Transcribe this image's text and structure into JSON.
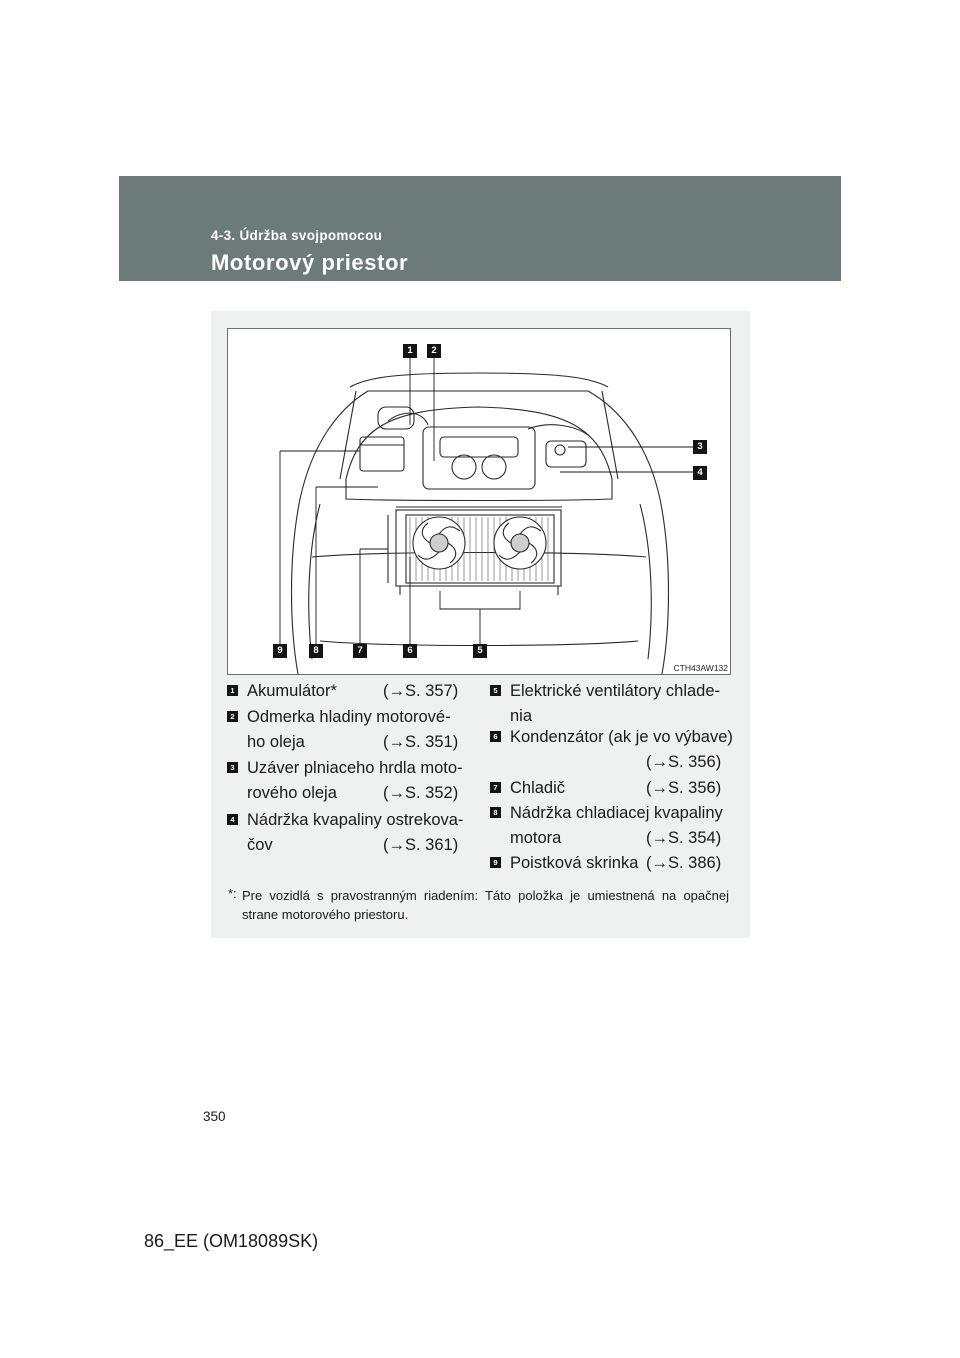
{
  "header": {
    "section": "4-3. Údržba svojpomocou",
    "title": "Motorový priestor"
  },
  "figure": {
    "image_code": "CTH43AW132",
    "callouts": [
      "1",
      "2",
      "3",
      "4",
      "5",
      "6",
      "7",
      "8",
      "9"
    ]
  },
  "legend": [
    {
      "num": "1",
      "lines": [
        "Akumulátor*"
      ],
      "ref": "(→S. 357)"
    },
    {
      "num": "2",
      "lines": [
        "Odmerka hladiny motorové-",
        "ho oleja"
      ],
      "ref": "(→S. 351)"
    },
    {
      "num": "3",
      "lines": [
        "Uzáver plniaceho hrdla moto-",
        "rového oleja"
      ],
      "ref": "(→S. 352)"
    },
    {
      "num": "4",
      "lines": [
        "Nádržka kvapaliny ostrekova-",
        "čov"
      ],
      "ref": "(→S. 361)"
    },
    {
      "num": "5",
      "lines": [
        "Elektrické ventilátory chlade-",
        "nia"
      ],
      "ref": ""
    },
    {
      "num": "6",
      "lines": [
        "Kondenzátor (ak je vo výbave)"
      ],
      "ref": "(→S. 356)"
    },
    {
      "num": "7",
      "lines": [
        "Chladič"
      ],
      "ref": "(→S. 356)"
    },
    {
      "num": "8",
      "lines": [
        "Nádržka chladiacej kvapaliny",
        "motora"
      ],
      "ref": "(→S. 354)"
    },
    {
      "num": "9",
      "lines": [
        "Poistková skrinka"
      ],
      "ref": "(→S. 386)"
    }
  ],
  "footnote": {
    "mark": "*:",
    "text": "Pre vozidlá s pravostranným riadením: Táto položka je umiestnená na opačnej strane motorového priestoru."
  },
  "page": {
    "number": "350",
    "doc_code": "86_EE (OM18089SK)"
  }
}
